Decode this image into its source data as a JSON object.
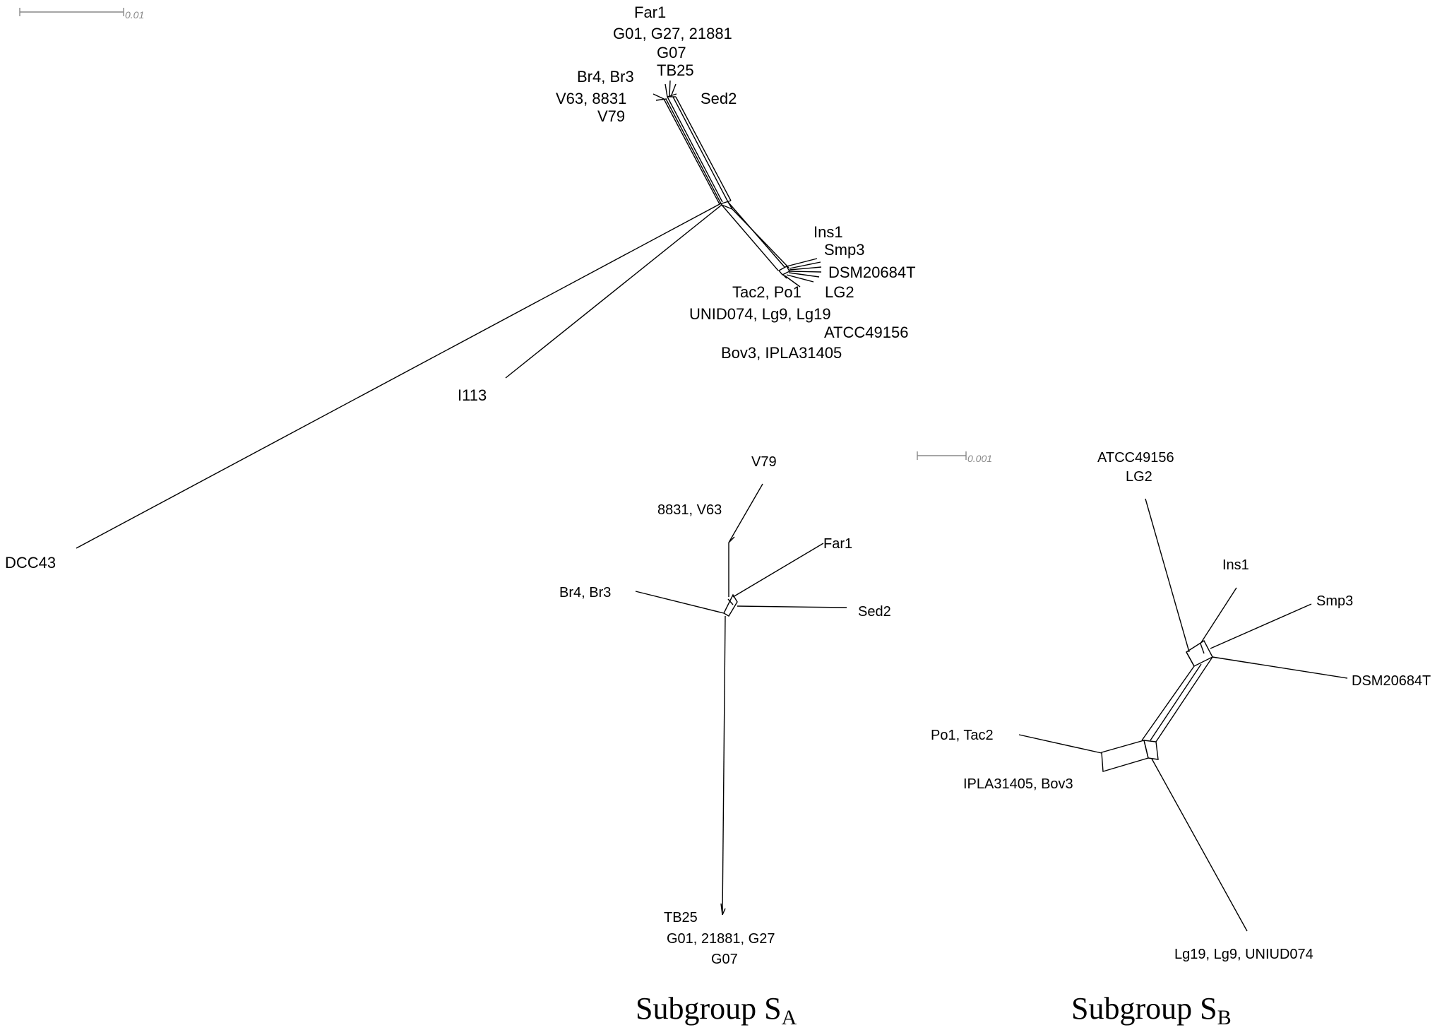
{
  "network_main": {
    "scale_label": "0.01",
    "labels": {
      "far1": "Far1",
      "g01_g27_21881": "G01, G27, 21881",
      "g07": "G07",
      "tb25": "TB25",
      "br4_br3": "Br4, Br3",
      "v63_8831": "V63, 8831",
      "v79": "V79",
      "sed2": "Sed2",
      "ins1": "Ins1",
      "smp3": "Smp3",
      "dsm20684t": "DSM20684T",
      "tac2_po1": "Tac2, Po1",
      "lg2": "LG2",
      "unid074_lg9_lg19": "UNID074, Lg9, Lg19",
      "atcc49156": "ATCC49156",
      "bov3_ipla31405": "Bov3, IPLA31405",
      "i113": "I113",
      "dcc43": "DCC43"
    }
  },
  "network_sa": {
    "labels": {
      "v79": "V79",
      "v63_8831": "8831, V63",
      "far1": "Far1",
      "br4_br3": "Br4, Br3",
      "sed2": "Sed2",
      "tb25": "TB25",
      "g01_21881_g27": "G01, 21881, G27",
      "g07": "G07"
    },
    "caption_main": "Subgroup S",
    "caption_sub": "A"
  },
  "network_sb": {
    "scale_label": "0.001",
    "labels": {
      "atcc49156": "ATCC49156",
      "lg2": "LG2",
      "ins1": "Ins1",
      "smp3": "Smp3",
      "dsm20684t": "DSM20684T",
      "po1_tac2": "Po1, Tac2",
      "ipla31405_bov3": "IPLA31405, Bov3",
      "lg19_lg9_uniud074": "Lg19, Lg9, UNIUD074"
    },
    "caption_main": "Subgroup S",
    "caption_sub": "B"
  }
}
